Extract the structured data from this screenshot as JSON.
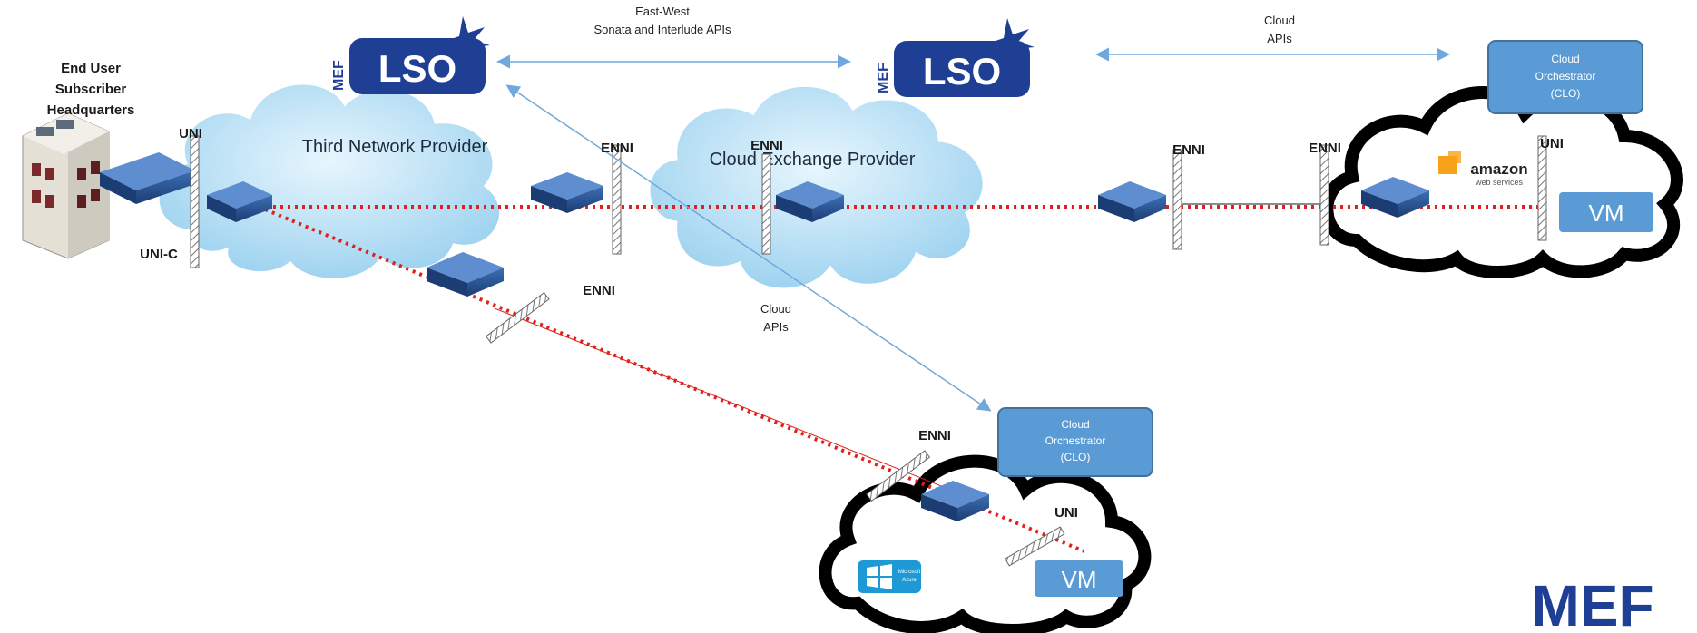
{
  "labels": {
    "end_user_line1": "End User",
    "end_user_line2": "Subscriber",
    "end_user_line3": "Headquarters",
    "uni_main": "UNI",
    "uni_c": "UNI-C",
    "enni_third_right": "ENNI",
    "enni_cloud_left": "ENNI",
    "enni_cloud_right": "ENNI",
    "enni_aws": "ENNI",
    "enni_lower": "ENNI",
    "enni_azure": "ENNI",
    "uni_aws": "UNI",
    "uni_azure": "UNI"
  },
  "api_labels": {
    "east_west_line1": "East-West",
    "east_west_line2": "Sonata and Interlude APIs",
    "cloud_apis_top_line1": "Cloud",
    "cloud_apis_top_line2": "APIs",
    "cloud_apis_mid_line1": "Cloud",
    "cloud_apis_mid_line2": "APIs"
  },
  "clouds": {
    "third_network": "Third Network Provider",
    "cloud_exchange": "Cloud Exchange Provider"
  },
  "orchestrators": {
    "aws": {
      "line1": "Cloud",
      "line2": "Orchestrator",
      "line3": "(CLO)"
    },
    "azure": {
      "line1": "Cloud",
      "line2": "Orchestrator",
      "line3": "(CLO)"
    }
  },
  "vms": {
    "aws": "VM",
    "azure": "VM"
  },
  "lso_logos": [
    {
      "side": "MEF",
      "text": "LSO"
    },
    {
      "side": "MEF",
      "text": "LSO"
    }
  ],
  "providers": {
    "amazon_main": "amazon",
    "amazon_sub": "web services",
    "azure_line1": "Microsoft",
    "azure_line2": "Azure"
  },
  "brand": {
    "logo": "MEF"
  },
  "colors": {
    "cloud_blue": "#bfe3f7",
    "clo_blue": "#5b9bd5",
    "circuit_red": "#e0201c",
    "api_arrow": "#6fa8dc",
    "mef_blue": "#1f3f95"
  }
}
